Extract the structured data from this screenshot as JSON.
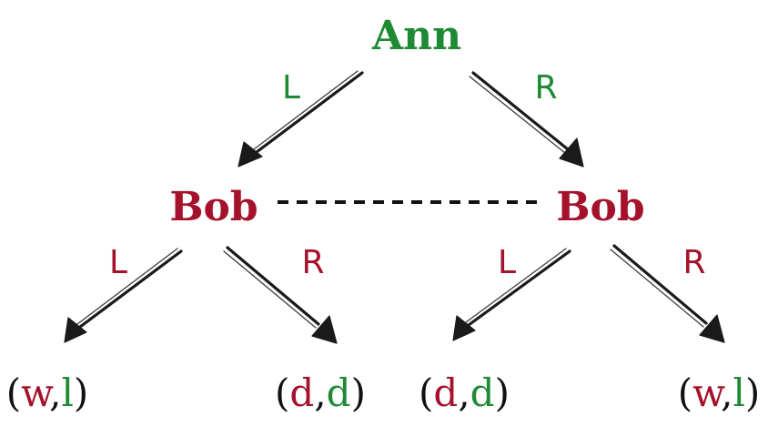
{
  "colors": {
    "ann": "#1e8a34",
    "bob": "#a5122b",
    "paren": "#111111",
    "arrow": "#1a1a1a"
  },
  "root": {
    "player": "Ann",
    "move_left": "L",
    "move_right": "R"
  },
  "bob_left": {
    "player": "Bob",
    "move_left": "L",
    "move_right": "R"
  },
  "bob_right": {
    "player": "Bob",
    "move_left": "L",
    "move_right": "R"
  },
  "payoffs": [
    {
      "ann": "w",
      "bob": "l",
      "ann_color": "bob",
      "bob_color": "ann"
    },
    {
      "ann": "d",
      "bob": "d",
      "ann_color": "bob",
      "bob_color": "ann"
    },
    {
      "ann": "d",
      "bob": "d",
      "ann_color": "bob",
      "bob_color": "ann"
    },
    {
      "ann": "w",
      "bob": "l",
      "ann_color": "bob",
      "bob_color": "ann"
    }
  ],
  "punctuation": {
    "open": "(",
    "comma": ",",
    "close": ")"
  }
}
